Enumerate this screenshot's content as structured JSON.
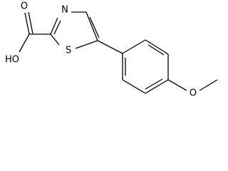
{
  "molecule": {
    "atom_labels": {
      "nitrogen": "N",
      "sulfur": "S",
      "hydroxyl": "HO",
      "carbonyl_oxygen": "O",
      "ether_oxygen": "O"
    }
  }
}
